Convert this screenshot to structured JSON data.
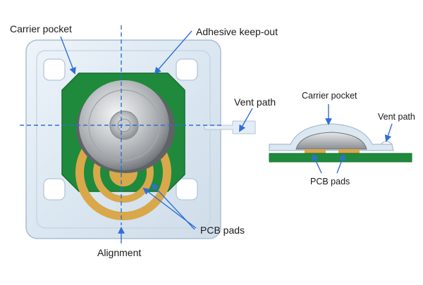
{
  "labels": {
    "carrier_pocket": "Carrier pocket",
    "adhesive_keep_out": "Adhesive keep-out",
    "vent_path": "Vent path",
    "pcb_pads": "PCB pads",
    "alignment": "Alignment",
    "side_carrier_pocket": "Carrier pocket",
    "side_vent_path": "Vent path",
    "side_pcb_pads": "PCB pads"
  },
  "colors": {
    "callout_arrow": "#2f6fd6",
    "alignment_line": "#2f6fd6",
    "pcb_green": "#1f8a3c",
    "pad_gold": "#d9a84a",
    "carrier_clear": "#dbe8f3",
    "metal": "#b9bcbf"
  }
}
